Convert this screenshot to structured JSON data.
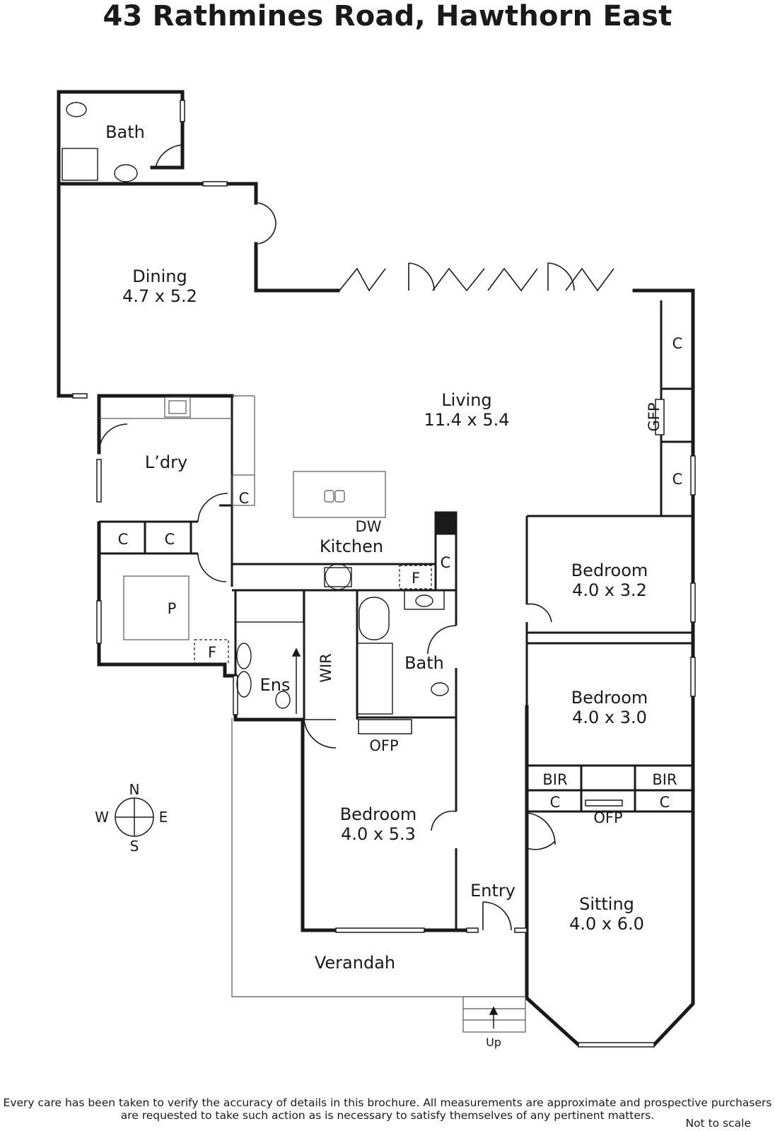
{
  "title": "43 Rathmines Road, Hawthorn East",
  "rooms": {
    "bath_rear": "Bath",
    "dining": "Dining",
    "dining_size": "4.7 x 5.2",
    "living": "Living",
    "living_size": "11.4 x 5.4",
    "laundry": "L’dry",
    "kitchen": "Kitchen",
    "dw": "DW",
    "pantry": "P",
    "ensuite": "Ens",
    "wir": "WIR",
    "bath_mid": "Bath",
    "bed_main": "Bedroom",
    "bed_main_size": "4.0 x 5.3",
    "bed_2": "Bedroom",
    "bed_2_size": "4.0 x 3.2",
    "bed_3": "Bedroom",
    "bed_3_size": "4.0 x 3.0",
    "sitting": "Sitting",
    "sitting_size": "4.0 x 6.0",
    "entry": "Entry",
    "verandah": "Verandah",
    "up": "Up"
  },
  "fixtures": {
    "c": "C",
    "f": "F",
    "gfp": "GFP",
    "ofp": "OFP",
    "bir": "BIR"
  },
  "compass": {
    "n": "N",
    "s": "S",
    "e": "E",
    "w": "W"
  },
  "footer": {
    "line1": "Every care has been taken to verify the accuracy of details in this brochure.  All measurements are approximate and prospective purchasers",
    "line2": "are requested to take such action as is necessary to satisfy themselves of any pertinent matters.",
    "not_to_scale": "Not to scale"
  }
}
